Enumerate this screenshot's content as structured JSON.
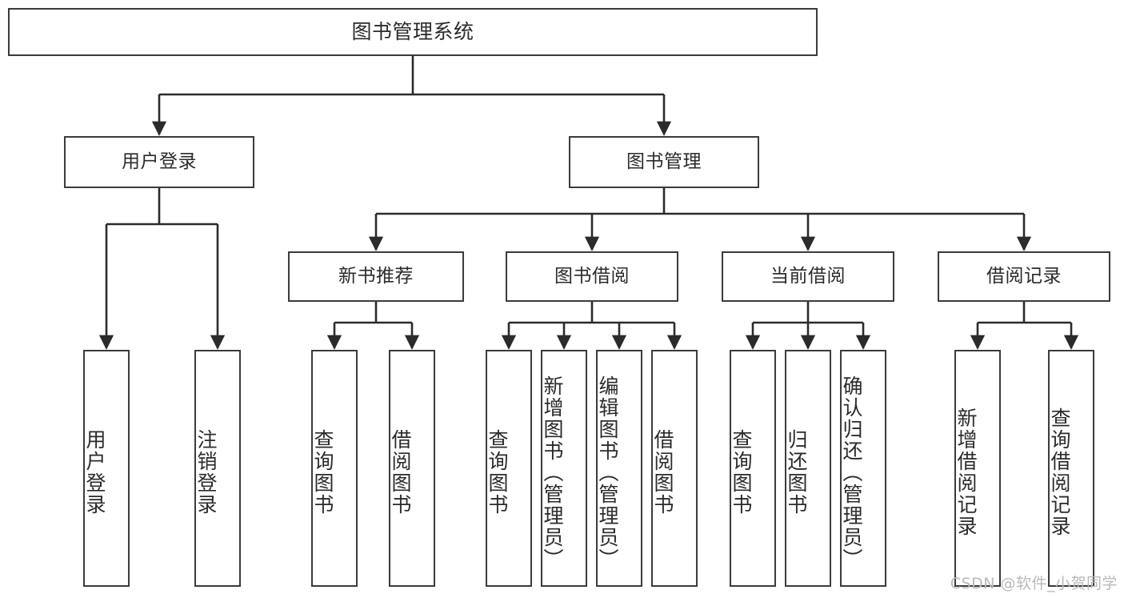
{
  "diagram": {
    "title": "图书管理系统",
    "type": "hierarchy-tree",
    "colors": {
      "background": "#ffffff",
      "box_border": "#3b3b3b",
      "box_fill": "#ffffff",
      "text": "#2b2b2b",
      "connector": "#2b2b2b",
      "watermark": "#b9b9b9"
    },
    "root": {
      "label": "图书管理系统"
    },
    "level2": [
      {
        "label": "用户登录"
      },
      {
        "label": "图书管理"
      }
    ],
    "level3": [
      {
        "label": "新书推荐"
      },
      {
        "label": "图书借阅"
      },
      {
        "label": "当前借阅"
      },
      {
        "label": "借阅记录"
      }
    ],
    "leaves": {
      "user_login": [
        {
          "label": "用户登录"
        },
        {
          "label": "注销登录"
        }
      ],
      "new_book": [
        {
          "label": "查询图书"
        },
        {
          "label": "借阅图书"
        }
      ],
      "book_borrow": [
        {
          "label": "查询图书"
        },
        {
          "label": "新增图书（管理员）"
        },
        {
          "label": "编辑图书（管理员）"
        },
        {
          "label": "借阅图书"
        }
      ],
      "current_borrow": [
        {
          "label": "查询图书"
        },
        {
          "label": "归还图书"
        },
        {
          "label": "确认归还（管理员）"
        }
      ],
      "borrow_record": [
        {
          "label": "新增借阅记录"
        },
        {
          "label": "查询借阅记录"
        }
      ]
    },
    "watermark": "CSDN @软件_小贺同学"
  }
}
